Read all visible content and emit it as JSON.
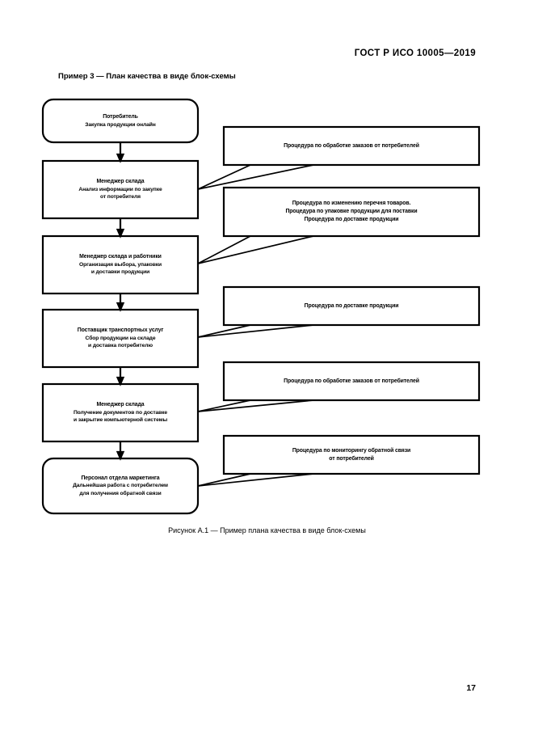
{
  "document": {
    "standard_header": "ГОСТ Р ИСО 10005—2019",
    "example_caption": "Пример 3 — План качества в виде блок-схемы",
    "figure_caption": "Рисунок А.1 — Пример плана качества в виде блок-схемы",
    "page_number": "17"
  },
  "flowchart": {
    "process_nodes": [
      {
        "id": "consumer",
        "shape": "rounded-rectangle",
        "lines": [
          "Потребитель",
          "Закупка продукции онлайн"
        ]
      },
      {
        "id": "warehouse-manager-analysis",
        "shape": "rectangle",
        "lines": [
          "Менеджер склада",
          "Анализ информации по закупке",
          "от потребителя"
        ]
      },
      {
        "id": "warehouse-manager-staff",
        "shape": "rectangle",
        "lines": [
          "Менеджер склада и работники",
          "Организация выбора, упаковки",
          "и доставки продукции"
        ]
      },
      {
        "id": "transport-supplier",
        "shape": "rectangle",
        "lines": [
          "Поставщик транспортных услуг",
          "Сбор продукции на складе",
          "и доставка потребителю"
        ]
      },
      {
        "id": "warehouse-manager-documents",
        "shape": "rectangle",
        "lines": [
          "Менеджер склада",
          "Получение документов по доставке",
          "и закрытие компьютерной системы"
        ]
      },
      {
        "id": "marketing-staff",
        "shape": "rounded-rectangle",
        "lines": [
          "Персонал отдела маркетинга",
          "Дальнейшая работа с потребителем",
          "для получения обратной связи"
        ]
      }
    ],
    "procedure_nodes": [
      {
        "id": "procedure-order-processing-1",
        "lines": [
          "Процедура по обработке заказов от потребителей"
        ]
      },
      {
        "id": "procedure-goods-packing-delivery",
        "lines": [
          "Процедура по изменению перечня товаров.",
          "Процедура по упаковке продукции для поставки",
          "Процедура по доставке продукции"
        ]
      },
      {
        "id": "procedure-product-delivery",
        "lines": [
          "Процедура по доставке продукции"
        ]
      },
      {
        "id": "procedure-order-processing-2",
        "lines": [
          "Процедура по обработке заказов от потребителей"
        ]
      },
      {
        "id": "procedure-feedback-monitoring",
        "lines": [
          "Процедура по мониторингу обратной связи",
          "от потребителей"
        ]
      }
    ],
    "colors": {
      "stroke": "#000000",
      "fill": "#ffffff",
      "text": "#000000"
    }
  }
}
